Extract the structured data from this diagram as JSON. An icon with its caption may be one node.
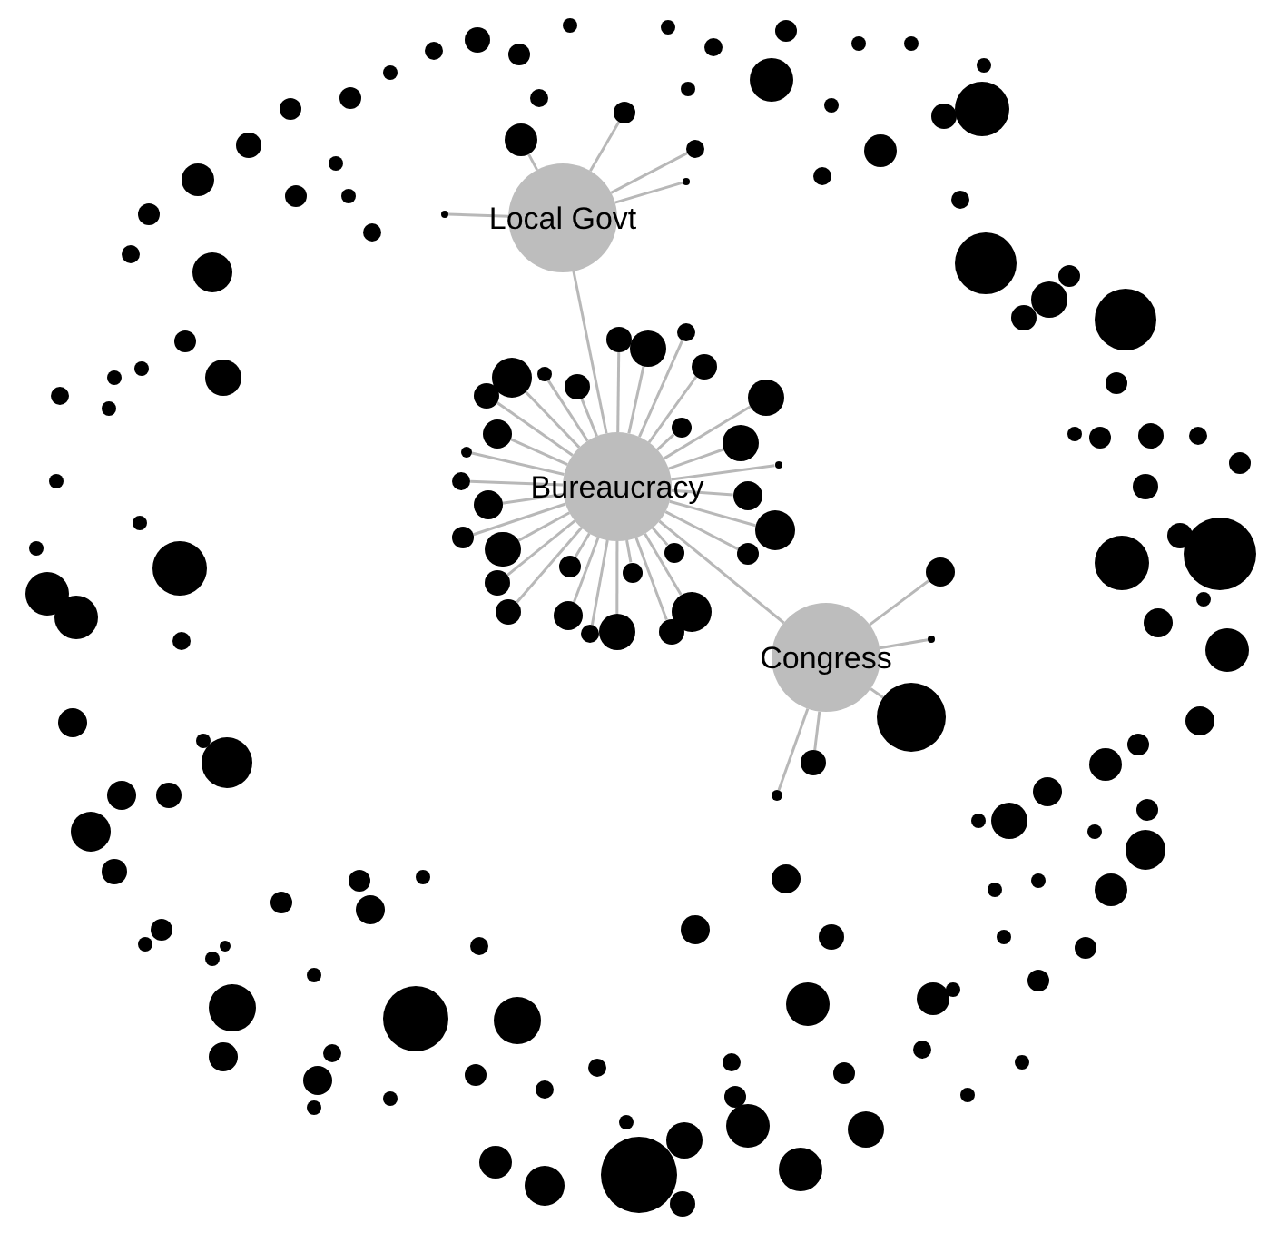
{
  "diagram": {
    "nodes": [
      {
        "text": [
          "Local Govt"
        ]
      },
      {
        "text": [
          "Bureaucracy"
        ]
      },
      {
        "text": [
          "Congress"
        ]
      },
      {
        "text": [],
        "shape": "circle"
      },
      {
        "text": [],
        "shape": "circle"
      },
      {
        "text": [],
        "shape": "circle"
      },
      {
        "text": [],
        "shape": "circle"
      },
      {
        "text": [],
        "shape": "circle"
      },
      {
        "text": [],
        "shape": "circle"
      },
      {
        "text": [],
        "shape": "circle"
      },
      {
        "text": [],
        "shape": "circle"
      },
      {
        "text": [],
        "shape": "circle"
      },
      {
        "text": [],
        "shape": "circle"
      },
      {
        "text": [],
        "shape": "circle"
      },
      {
        "text": [],
        "shape": "circle"
      },
      {
        "text": [],
        "shape": "circle"
      },
      {
        "text": [],
        "shape": "circle"
      },
      {
        "text": [],
        "shape": "circle"
      },
      {
        "text": [],
        "shape": "circle"
      },
      {
        "text": [],
        "shape": "circle"
      },
      {
        "text": [],
        "shape": "circle"
      },
      {
        "text": [],
        "shape": "circle"
      },
      {
        "text": [],
        "shape": "circle"
      },
      {
        "text": [],
        "shape": "circle"
      },
      {
        "text": [],
        "shape": "circle"
      },
      {
        "text": [],
        "shape": "circle"
      },
      {
        "text": [],
        "shape": "circle"
      },
      {
        "text": [],
        "shape": "circle"
      },
      {
        "text": [],
        "shape": "circle"
      },
      {
        "text": [],
        "shape": "circle"
      },
      {
        "text": [],
        "shape": "circle"
      },
      {
        "text": [],
        "shape": "circle"
      },
      {
        "text": [],
        "shape": "circle"
      },
      {
        "text": [],
        "shape": "circle"
      },
      {
        "text": [],
        "shape": "circle"
      },
      {
        "text": [],
        "shape": "circle"
      },
      {
        "text": [],
        "shape": "circle"
      },
      {
        "text": [],
        "shape": "circle"
      },
      {
        "text": [],
        "shape": "circle"
      },
      {
        "text": [],
        "shape": "circle"
      },
      {
        "text": [],
        "shape": "circle"
      },
      {
        "text": [],
        "shape": "circle"
      },
      {
        "text": [],
        "shape": "circle"
      },
      {
        "text": [],
        "shape": "circle"
      },
      {
        "text": [],
        "shape": "circle"
      },
      {
        "text": [],
        "shape": "circle"
      },
      {
        "text": [],
        "shape": "circle"
      },
      {
        "text": [],
        "shape": "circle"
      },
      {
        "text": [],
        "shape": "circle"
      },
      {
        "text": [],
        "shape": "circle"
      },
      {
        "text": [],
        "shape": "circle"
      },
      {
        "text": [],
        "shape": "circle"
      },
      {
        "text": [],
        "shape": "circle"
      },
      {
        "text": [],
        "shape": "circle"
      },
      {
        "text": [],
        "shape": "circle"
      },
      {
        "text": [],
        "shape": "circle"
      },
      {
        "text": [],
        "shape": "circle"
      },
      {
        "text": [],
        "shape": "circle"
      },
      {
        "text": [],
        "shape": "circle"
      },
      {
        "text": [],
        "shape": "circle"
      },
      {
        "text": [],
        "shape": "circle"
      },
      {
        "text": [],
        "shape": "circle"
      },
      {
        "text": [],
        "shape": "circle"
      },
      {
        "text": [],
        "shape": "circle"
      },
      {
        "text": [],
        "shape": "circle"
      },
      {
        "text": [],
        "shape": "circle"
      },
      {
        "text": [],
        "shape": "circle"
      },
      {
        "text": [],
        "shape": "circle"
      },
      {
        "text": [],
        "shape": "circle"
      },
      {
        "text": [],
        "shape": "circle"
      },
      {
        "text": [],
        "shape": "circle"
      },
      {
        "text": [],
        "shape": "circle"
      },
      {
        "text": [],
        "shape": "circle"
      },
      {
        "text": [],
        "shape": "circle"
      },
      {
        "text": [],
        "shape": "circle"
      },
      {
        "text": [],
        "shape": "circle"
      },
      {
        "text": [],
        "shape": "circle"
      },
      {
        "text": [],
        "shape": "circle"
      },
      {
        "text": [],
        "shape": "circle"
      },
      {
        "text": [],
        "shape": "circle"
      },
      {
        "text": [],
        "shape": "circle"
      },
      {
        "text": [],
        "shape": "circle"
      },
      {
        "text": [],
        "shape": "circle"
      },
      {
        "text": [],
        "shape": "circle"
      },
      {
        "text": [],
        "shape": "circle"
      },
      {
        "text": [],
        "shape": "circle"
      },
      {
        "text": [],
        "shape": "circle"
      },
      {
        "text": [],
        "shape": "circle"
      },
      {
        "text": [],
        "shape": "circle"
      },
      {
        "text": [],
        "shape": "circle"
      },
      {
        "text": [],
        "shape": "circle"
      },
      {
        "text": [],
        "shape": "circle"
      },
      {
        "text": [],
        "shape": "circle"
      },
      {
        "text": [],
        "shape": "circle"
      },
      {
        "text": [],
        "shape": "circle"
      },
      {
        "text": [],
        "shape": "circle"
      },
      {
        "text": [],
        "shape": "circle"
      },
      {
        "text": [],
        "shape": "circle"
      },
      {
        "text": [],
        "shape": "circle"
      },
      {
        "text": [],
        "shape": "circle"
      },
      {
        "text": [],
        "shape": "circle"
      },
      {
        "text": [],
        "shape": "circle"
      },
      {
        "text": [],
        "shape": "circle"
      },
      {
        "text": [],
        "shape": "circle"
      },
      {
        "text": [],
        "shape": "circle"
      },
      {
        "text": [],
        "shape": "circle"
      },
      {
        "text": [],
        "shape": "circle"
      },
      {
        "text": [],
        "shape": "circle"
      },
      {
        "text": [],
        "shape": "circle"
      },
      {
        "text": [],
        "shape": "circle"
      },
      {
        "text": [],
        "shape": "circle"
      },
      {
        "text": [],
        "shape": "circle"
      },
      {
        "text": [],
        "shape": "circle"
      },
      {
        "text": [],
        "shape": "circle"
      },
      {
        "text": [],
        "shape": "circle"
      },
      {
        "text": [],
        "shape": "circle"
      },
      {
        "text": [],
        "shape": "circle"
      },
      {
        "text": [],
        "shape": "circle"
      },
      {
        "text": [],
        "shape": "circle"
      },
      {
        "text": [],
        "shape": "circle"
      },
      {
        "text": [],
        "shape": "circle"
      },
      {
        "text": [],
        "shape": "circle"
      },
      {
        "text": [],
        "shape": "circle"
      },
      {
        "text": [],
        "shape": "circle"
      },
      {
        "text": [],
        "shape": "circle"
      },
      {
        "text": [],
        "shape": "circle"
      },
      {
        "text": [],
        "shape": "circle"
      },
      {
        "text": [],
        "shape": "circle"
      },
      {
        "text": [],
        "shape": "circle"
      },
      {
        "text": [],
        "shape": "circle"
      },
      {
        "text": [],
        "shape": "circle"
      },
      {
        "text": [],
        "shape": "circle"
      },
      {
        "text": [],
        "shape": "circle"
      },
      {
        "text": [],
        "shape": "circle"
      },
      {
        "text": [],
        "shape": "circle"
      },
      {
        "text": [],
        "shape": "circle"
      },
      {
        "text": [],
        "shape": "circle"
      },
      {
        "text": [],
        "shape": "circle"
      },
      {
        "text": [],
        "shape": "circle"
      },
      {
        "text": [],
        "shape": "circle"
      },
      {
        "text": [],
        "shape": "circle"
      },
      {
        "text": [],
        "shape": "circle"
      },
      {
        "text": [],
        "shape": "circle"
      },
      {
        "text": [],
        "shape": "circle"
      },
      {
        "text": [],
        "shape": "circle"
      },
      {
        "text": [],
        "shape": "circle"
      },
      {
        "text": [],
        "shape": "circle"
      },
      {
        "text": [],
        "shape": "circle"
      },
      {
        "text": [],
        "shape": "circle"
      },
      {
        "text": [],
        "shape": "circle"
      },
      {
        "text": [],
        "shape": "circle"
      },
      {
        "text": [],
        "shape": "circle"
      },
      {
        "text": [],
        "shape": "circle"
      },
      {
        "text": [],
        "shape": "circle"
      },
      {
        "text": [],
        "shape": "circle"
      },
      {
        "text": [],
        "shape": "circle"
      },
      {
        "text": [],
        "shape": "circle"
      },
      {
        "text": [],
        "shape": "circle"
      },
      {
        "text": [],
        "shape": "circle"
      },
      {
        "text": [],
        "shape": "circle"
      },
      {
        "text": [],
        "shape": "circle"
      },
      {
        "text": [],
        "shape": "circle"
      },
      {
        "text": [],
        "shape": "circle"
      },
      {
        "text": [],
        "shape": "circle"
      },
      {
        "text": [],
        "shape": "circle"
      },
      {
        "text": [],
        "shape": "circle"
      },
      {
        "text": [],
        "shape": "circle"
      },
      {
        "text": [],
        "shape": "circle"
      },
      {
        "text": [],
        "shape": "circle"
      },
      {
        "text": [],
        "shape": "circle"
      }
    ],
    "edges": [
      {
        "from": 0,
        "to": 1,
        "arrow": "none"
      },
      {
        "from": 0,
        "to": 3,
        "arrow": "none"
      },
      {
        "from": 0,
        "to": 4,
        "arrow": "none"
      },
      {
        "from": 0,
        "to": 5,
        "arrow": "none"
      },
      {
        "from": 0,
        "to": 6,
        "arrow": "none"
      },
      {
        "from": 0,
        "to": 7,
        "arrow": "none"
      },
      {
        "from": 1,
        "to": 8,
        "arrow": "none"
      },
      {
        "from": 1,
        "to": 9,
        "arrow": "none"
      },
      {
        "from": 1,
        "to": 10,
        "arrow": "none"
      },
      {
        "from": 1,
        "to": 11,
        "arrow": "none"
      },
      {
        "from": 1,
        "to": 12,
        "arrow": "none"
      },
      {
        "from": 1,
        "to": 13,
        "arrow": "none"
      },
      {
        "from": 1,
        "to": 14,
        "arrow": "none"
      },
      {
        "from": 1,
        "to": 15,
        "arrow": "none"
      },
      {
        "from": 1,
        "to": 16,
        "arrow": "none"
      },
      {
        "from": 1,
        "to": 17,
        "arrow": "none"
      },
      {
        "from": 1,
        "to": 18,
        "arrow": "none"
      },
      {
        "from": 1,
        "to": 19,
        "arrow": "none"
      },
      {
        "from": 1,
        "to": 20,
        "arrow": "none"
      },
      {
        "from": 1,
        "to": 21,
        "arrow": "none"
      },
      {
        "from": 1,
        "to": 22,
        "arrow": "none"
      },
      {
        "from": 1,
        "to": 23,
        "arrow": "none"
      },
      {
        "from": 1,
        "to": 24,
        "arrow": "none"
      },
      {
        "from": 1,
        "to": 25,
        "arrow": "none"
      },
      {
        "from": 1,
        "to": 26,
        "arrow": "none"
      },
      {
        "from": 1,
        "to": 27,
        "arrow": "none"
      },
      {
        "from": 1,
        "to": 28,
        "arrow": "none"
      },
      {
        "from": 1,
        "to": 29,
        "arrow": "none"
      },
      {
        "from": 1,
        "to": 30,
        "arrow": "none"
      },
      {
        "from": 1,
        "to": 31,
        "arrow": "none"
      },
      {
        "from": 1,
        "to": 32,
        "arrow": "none"
      },
      {
        "from": 1,
        "to": 33,
        "arrow": "none"
      },
      {
        "from": 1,
        "to": 34,
        "arrow": "none"
      },
      {
        "from": 1,
        "to": 35,
        "arrow": "none"
      },
      {
        "from": 1,
        "to": 36,
        "arrow": "none"
      },
      {
        "from": 1,
        "to": 37,
        "arrow": "none"
      },
      {
        "from": 1,
        "to": 38,
        "arrow": "none"
      },
      {
        "from": 1,
        "to": 2,
        "arrow": "none"
      },
      {
        "from": 2,
        "to": 39,
        "arrow": "none"
      },
      {
        "from": 2,
        "to": 40,
        "arrow": "none"
      },
      {
        "from": 2,
        "to": 41,
        "arrow": "none"
      },
      {
        "from": 2,
        "to": 42,
        "arrow": "none"
      },
      {
        "from": 2,
        "to": 43,
        "arrow": "none"
      }
    ]
  }
}
